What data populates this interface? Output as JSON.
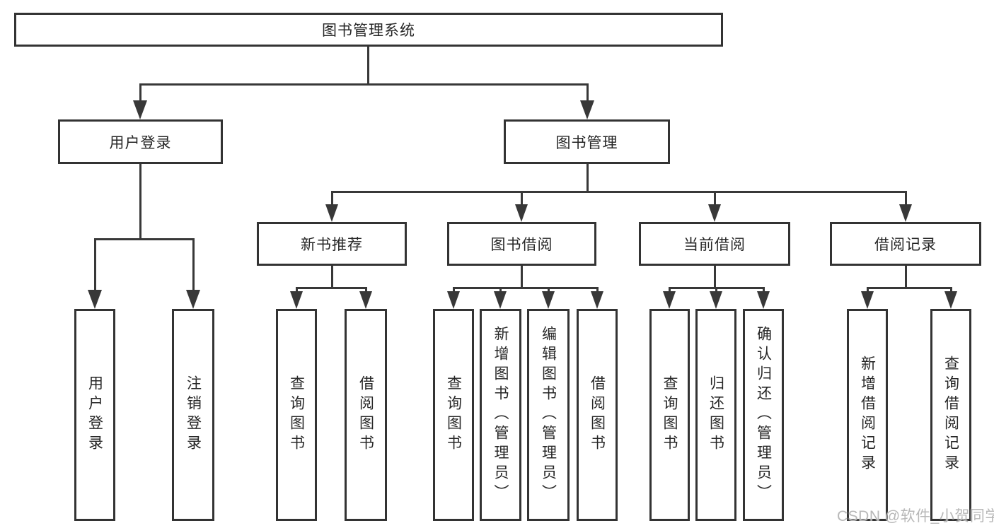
{
  "diagram": {
    "root": {
      "label": "图书管理系统"
    },
    "level2": [
      {
        "label": "用户登录"
      },
      {
        "label": "图书管理"
      }
    ],
    "level3": [
      {
        "label": "新书推荐"
      },
      {
        "label": "图书借阅"
      },
      {
        "label": "当前借阅"
      },
      {
        "label": "借阅记录"
      }
    ],
    "leaves": {
      "user_login": [
        {
          "label": "用户登录"
        },
        {
          "label": "注销登录"
        }
      ],
      "new_books": [
        {
          "label": "查询图书"
        },
        {
          "label": "借阅图书"
        }
      ],
      "book_borrow": [
        {
          "label": "查询图书"
        },
        {
          "label": "新增图书（管理员）"
        },
        {
          "label": "编辑图书（管理员）"
        },
        {
          "label": "借阅图书"
        }
      ],
      "current_borrow": [
        {
          "label": "查询图书"
        },
        {
          "label": "归还图书"
        },
        {
          "label": "确认归还（管理员）"
        }
      ],
      "borrow_records": [
        {
          "label": "新增借阅记录"
        },
        {
          "label": "查询借阅记录"
        }
      ]
    },
    "watermark": "CSDN @软件_小贺同学",
    "colors": {
      "line": "#383838",
      "text": "#262626",
      "watermark": "#b8b8b8",
      "background": "#ffffff"
    }
  }
}
